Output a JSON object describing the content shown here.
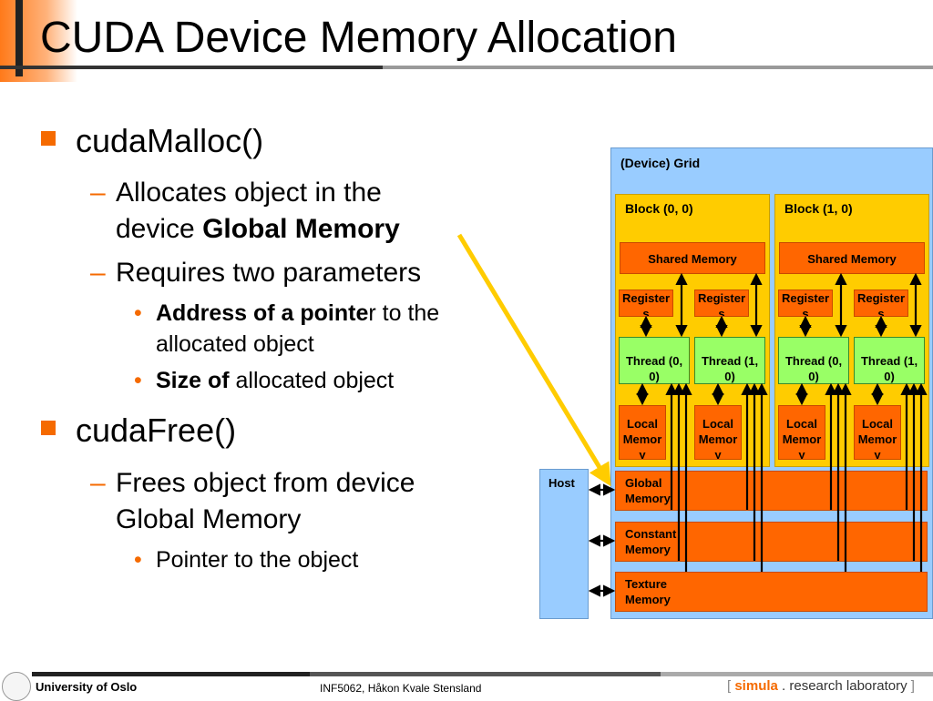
{
  "slide": {
    "title": "CUDA Device Memory Allocation"
  },
  "bullets": {
    "malloc": {
      "head": "cudaMalloc()",
      "sub1_line1": "Allocates object in the",
      "sub1_line2_plain": "device ",
      "sub1_line2_bold": "Global Memory",
      "sub2": "Requires two parameters",
      "p1_bold": "Address of a pointe",
      "p1_plain": "r to the",
      "p1_line2": "allocated object",
      "p2_bold": "Size of",
      "p2_plain": " allocated object"
    },
    "free": {
      "head": "cudaFree()",
      "sub1_line1": "Frees object from device",
      "sub1_line2": "Global Memory",
      "p1": "Pointer to the object"
    }
  },
  "diagram": {
    "grid_label": "(Device) Grid",
    "host_label": "Host",
    "blocks": [
      {
        "label": "Block (0, 0)",
        "shared": "Shared Memory",
        "registers": [
          "Register\ns",
          "Register\ns"
        ],
        "threads": [
          "Thread (0,\n0)",
          "Thread (1,\n0)"
        ],
        "local": [
          "Local\nMemor\ny",
          "Local\nMemor\ny"
        ]
      },
      {
        "label": "Block (1, 0)",
        "shared": "Shared Memory",
        "registers": [
          "Register\ns",
          "Register\ns"
        ],
        "threads": [
          "Thread (0,\n0)",
          "Thread (1,\n0)"
        ],
        "local": [
          "Local\nMemor\ny",
          "Local\nMemor\ny"
        ]
      }
    ],
    "global_memory": "Global\nMemory",
    "constant_memory": "Constant\nMemory",
    "texture_memory": "Texture\nMemory",
    "colors": {
      "grid_bg": "#99ccff",
      "block_bg": "#ffcc00",
      "memory": "#ff6600",
      "thread": "#99ff66",
      "pointer_arrow": "#ffcc00"
    }
  },
  "footer": {
    "university": "University of Oslo",
    "course": "INF5062, Håkon Kvale Stensland",
    "lab_open": "[ ",
    "lab_simula": "simula",
    "lab_rest": " . research laboratory",
    "lab_close": " ]"
  }
}
